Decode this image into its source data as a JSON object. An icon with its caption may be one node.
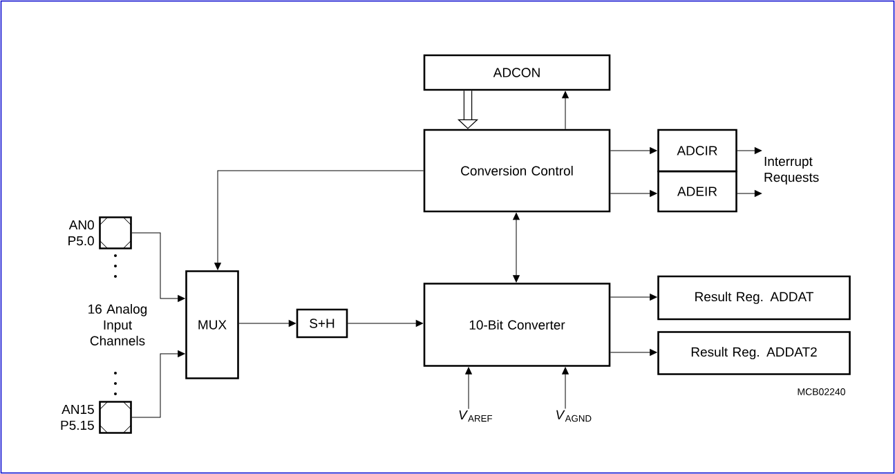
{
  "diagram": {
    "nodes": [
      {
        "text": [
          "ADCON"
        ]
      },
      {
        "text": [
          "Conversion Control"
        ]
      },
      {
        "text": [
          "ADCIR"
        ]
      },
      {
        "text": [
          "ADEIR"
        ]
      },
      {
        "text": [
          "Interrupt Requests"
        ]
      },
      {
        "text": [
          "AN0 P5.0"
        ]
      },
      {
        "text": [
          "AN15 P5.15"
        ]
      },
      {
        "text": [
          "MUX"
        ]
      },
      {
        "text": [
          "S+H"
        ]
      },
      {
        "text": [
          "10-Bit Converter"
        ]
      },
      {
        "text": [
          "Result Reg. ADDAT"
        ]
      },
      {
        "text": [
          "Result Reg. ADDAT2"
        ]
      },
      {
        "text": [
          "*V*$_{AREF}$"
        ]
      },
      {
        "text": [
          "*V*$_{AGND}$"
        ]
      }
    ],
    "edges": [
      {
        "from": 1,
        "to": 0,
        "arrow": "to"
      },
      {
        "from": 0,
        "to": 1,
        "arrow": "to",
        "style": "thick"
      },
      {
        "from": 1,
        "to": 7,
        "arrow": "to"
      },
      {
        "from": 1,
        "to": 2,
        "arrow": "to"
      },
      {
        "from": 1,
        "to": 3,
        "arrow": "to"
      },
      {
        "from": 2,
        "to": 4,
        "arrow": "to"
      },
      {
        "from": 3,
        "to": 4,
        "arrow": "to"
      },
      {
        "from": 1,
        "to": 9,
        "arrow": "both"
      },
      {
        "from": 5,
        "to": 7,
        "arrow": "to"
      },
      {
        "from": 6,
        "to": 7,
        "arrow": "to"
      },
      {
        "from": 7,
        "to": 8,
        "arrow": "to"
      },
      {
        "from": 8,
        "to": 9,
        "arrow": "to"
      },
      {
        "from": 9,
        "to": 10,
        "arrow": "to"
      },
      {
        "from": 9,
        "to": 11,
        "arrow": "to"
      },
      {
        "from": 12,
        "to": 9,
        "arrow": "to"
      },
      {
        "from": 13,
        "to": 9,
        "arrow": "to"
      }
    ],
    "labels": [
      "16 Analog Input Channels",
      "MCB02240"
    ]
  }
}
